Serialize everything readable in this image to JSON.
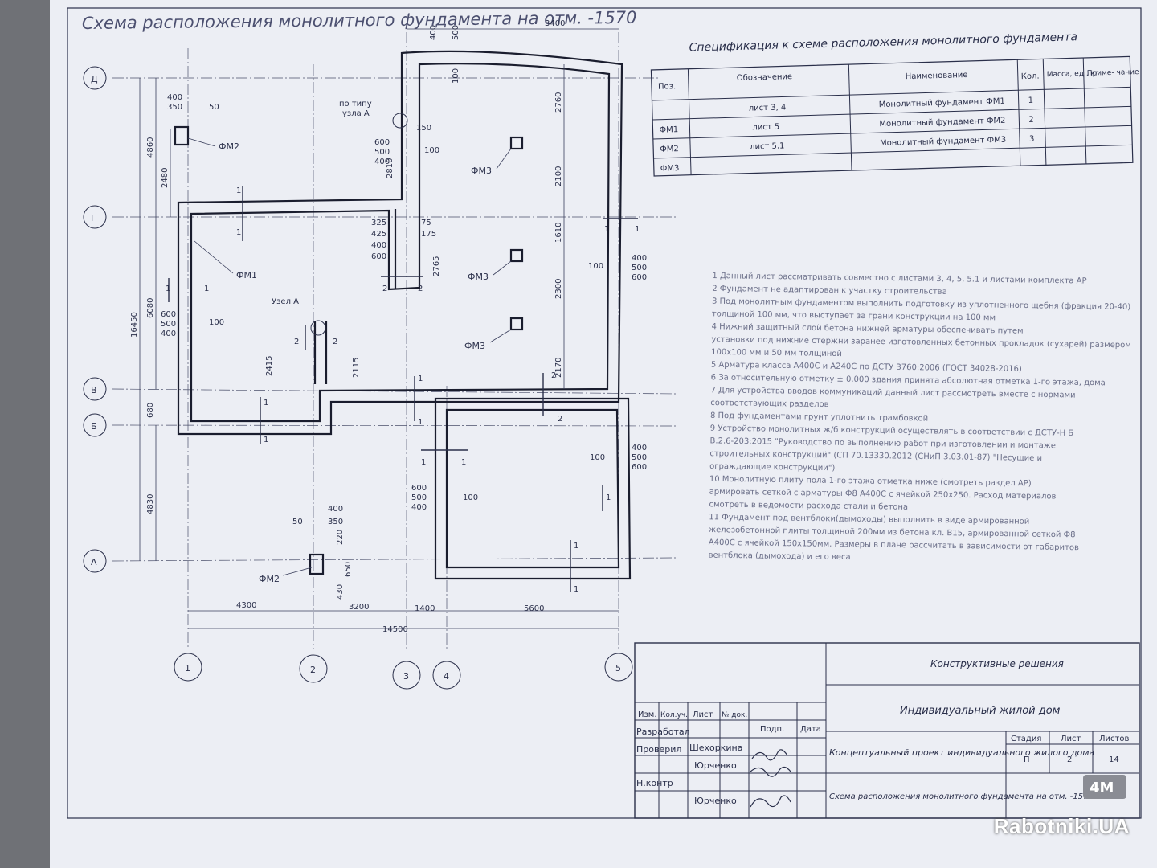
{
  "drawing_title": "Схема расположения монолитного фундамента на отм. -1570",
  "spec": {
    "title": "Спецификация к схеме расположения монолитного фундамента",
    "headers": [
      "Поз.",
      "Обозначение",
      "Наименование",
      "Кол.",
      "Масса, ед., кг",
      "Приме- чание"
    ],
    "rows": [
      [
        "",
        "лист 3, 4",
        "Монолитный фундамент ФМ1",
        "1",
        "",
        ""
      ],
      [
        "ФМ1",
        "лист 5",
        "Монолитный фундамент ФМ2",
        "2",
        "",
        ""
      ],
      [
        "ФМ2",
        "лист 5.1",
        "Монолитный фундамент ФМ3",
        "3",
        "",
        ""
      ],
      [
        "ФМ3",
        "",
        "",
        "",
        "",
        ""
      ]
    ]
  },
  "axes_letters": [
    "Д",
    "Г",
    "В",
    "Б",
    "А"
  ],
  "axes_numbers": [
    "1",
    "2",
    "3",
    "4",
    "5"
  ],
  "dims": {
    "bottom": [
      "4300",
      "3200",
      "1400",
      "5600"
    ],
    "total": "14500",
    "left_total": "16450",
    "left": [
      "4860",
      "6080",
      "680",
      "4830"
    ],
    "left_small": [
      "2480"
    ],
    "top": [
      "400",
      "500",
      "100",
      "3400"
    ],
    "inner": [
      "2760",
      "2100",
      "1610",
      "2300",
      "2170",
      "2810",
      "2765",
      "2415",
      "2115",
      "150",
      "220",
      "430",
      "650"
    ],
    "stack_a": [
      "600",
      "500",
      "400"
    ],
    "stack_b": [
      "100"
    ],
    "stack_c": [
      "325",
      "425",
      "400",
      "600"
    ],
    "stack_d": [
      "75",
      "175"
    ],
    "stack_e": [
      "400",
      "350",
      "50"
    ]
  },
  "labels": {
    "fm1": "ФМ1",
    "fm2": "ФМ2",
    "fm3": "ФМ3",
    "node_a": "Узел А",
    "by_type": "по типу",
    "node_a2": "узла А",
    "sec1": "1",
    "sec2": "2"
  },
  "notes": [
    "1    Данный лист рассматривать совместно с листами 3, 4, 5, 5.1 и листами комплекта АР",
    "2    Фундамент не адаптирован к участку строительства",
    "3    Под монолитным фундаментом выполнить подготовку из уплотненного щебня (фракция 20-40)",
    "      толщиной 100 мм, что выступает за грани конструкции на 100 мм",
    "4    Нижний защитный слой бетона нижней арматуры обеспечивать путем",
    "установки под нижние стержни заранее изготовленных бетонных прокладок (сухарей) размером",
    "100х100 мм и 50 мм толщиной",
    "5    Арматура класса А400С и А240С по ДСТУ 3760:2006 (ГОСТ 34028-2016)",
    "6    За относительную отметку ± 0.000 здания принята абсолютная отметка 1-го этажа, дома",
    "7    Для устройства вводов коммуникаций данный лист рассмотреть вместе с нормами",
    "соответствующих разделов",
    "8    Под фундаментами грунт уплотнить трамбовкой",
    "9    Устройство монолитных ж/б конструкций осуществлять в соответствии с ДСТУ-Н Б",
    "В.2.6-203:2015 \"Руководство по выполнению работ при изготовлении и монтаже",
    "строительных конструкций\" (СП 70.13330.2012 (СНиП 3.03.01-87) \"Несущие и",
    "ограждающие конструкции\")",
    "10    Монолитную плиту пола 1-го этажа отметка ниже (смотреть раздел АР)",
    "армировать сеткой с арматуры Ф8 А400С с ячейкой 250х250. Расход материалов",
    "смотреть в ведомости расхода стали и бетона",
    "11    Фундамент под вентблоки(дымоходы) выполнить в виде армированной",
    "железобетонной плиты толщиной 200мм из бетона кл. В15, армированной сеткой Ф8",
    "А400С с ячейкой 150х150мм. Размеры в плане рассчитать в зависимости от габаритов",
    "вентблока (дымохода) и его веса"
  ],
  "title_block": {
    "section": "Конструктивные решения",
    "object": "Индивидуальный жилой дом",
    "project": "Концептуальный проект индивидуального жилого дома",
    "sheet_name": "Схема расположения монолитного фундамента на отм. -1570",
    "cols": [
      "Изм.",
      "Кол.уч.",
      "Лист",
      "№ док.",
      "Подп.",
      "Дата"
    ],
    "roles": [
      "Разработал",
      "Проверил",
      "Н.контр"
    ],
    "names": [
      "Шехоркина",
      "Юрченко",
      "Юрченко"
    ],
    "stage_label": "Стадия",
    "sheet_label": "Лист",
    "sheets_label": "Листов",
    "stage": "П",
    "sheet": "2",
    "sheets": "14",
    "logo": "4М"
  },
  "watermark": "Rabotniki.UA"
}
